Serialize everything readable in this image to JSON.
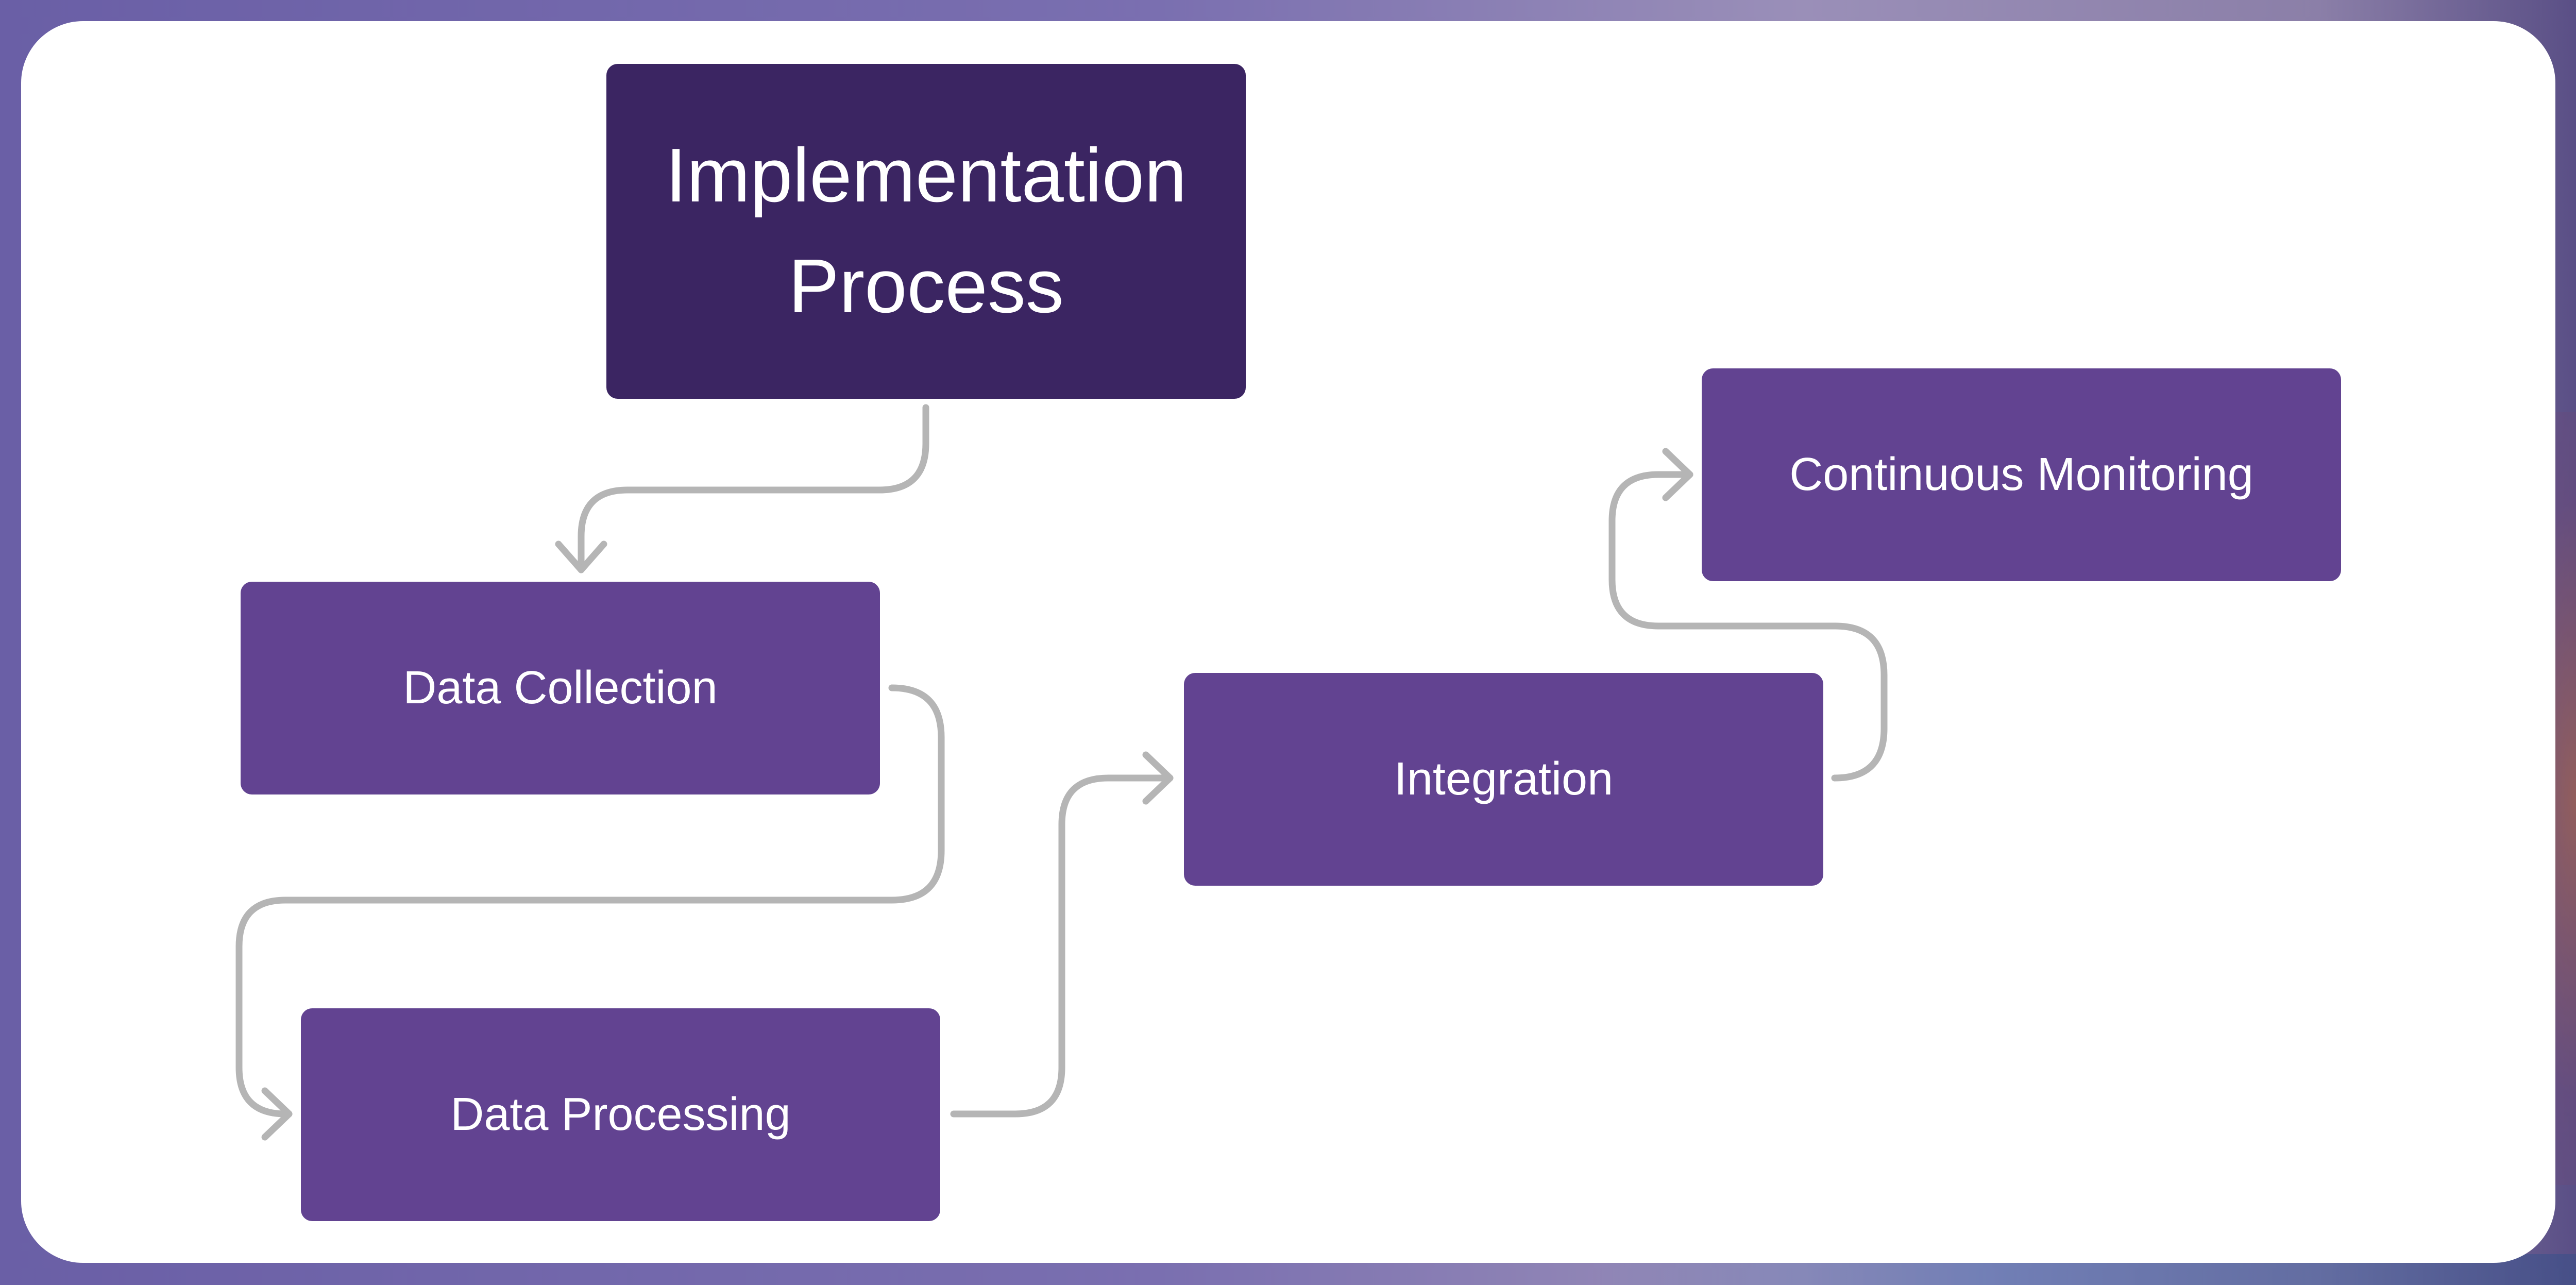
{
  "diagram": {
    "title": "Implementation\nProcess",
    "steps": [
      {
        "id": "data-collection",
        "label": "Data Collection"
      },
      {
        "id": "data-processing",
        "label": "Data Processing"
      },
      {
        "id": "integration",
        "label": "Integration"
      },
      {
        "id": "continuous-monitoring",
        "label": "Continuous Monitoring"
      }
    ]
  },
  "colors": {
    "title_box": "#3b2562",
    "step_box": "#624391",
    "connector": "#b5b5b5",
    "card": "#ffffff"
  }
}
